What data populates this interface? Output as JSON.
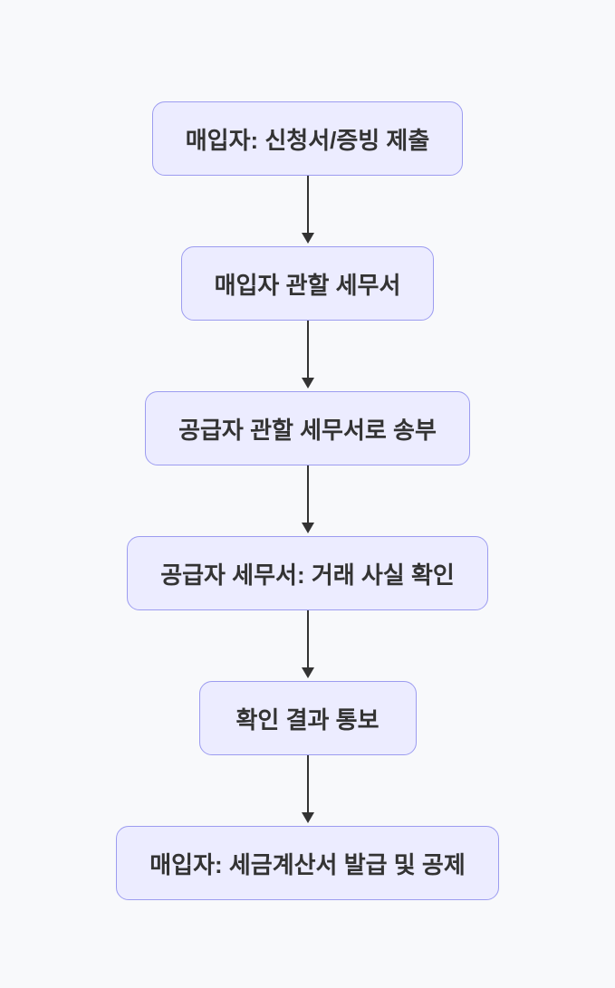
{
  "flowchart": {
    "type": "vertical-flowchart",
    "nodes": [
      {
        "label": "매입자: 신청서/증빙 제출"
      },
      {
        "label": "매입자 관할 세무서"
      },
      {
        "label": "공급자 관할 세무서로 송부"
      },
      {
        "label": "공급자 세무서: 거래 사실 확인"
      },
      {
        "label": "확인 결과 통보"
      },
      {
        "label": "매입자: 세금계산서 발급 및 공제"
      }
    ],
    "colors": {
      "background": "#f8f9fb",
      "node_fill": "#ECECFF",
      "node_border": "#9c9cf0",
      "text": "#333333",
      "arrow": "#333333"
    }
  }
}
